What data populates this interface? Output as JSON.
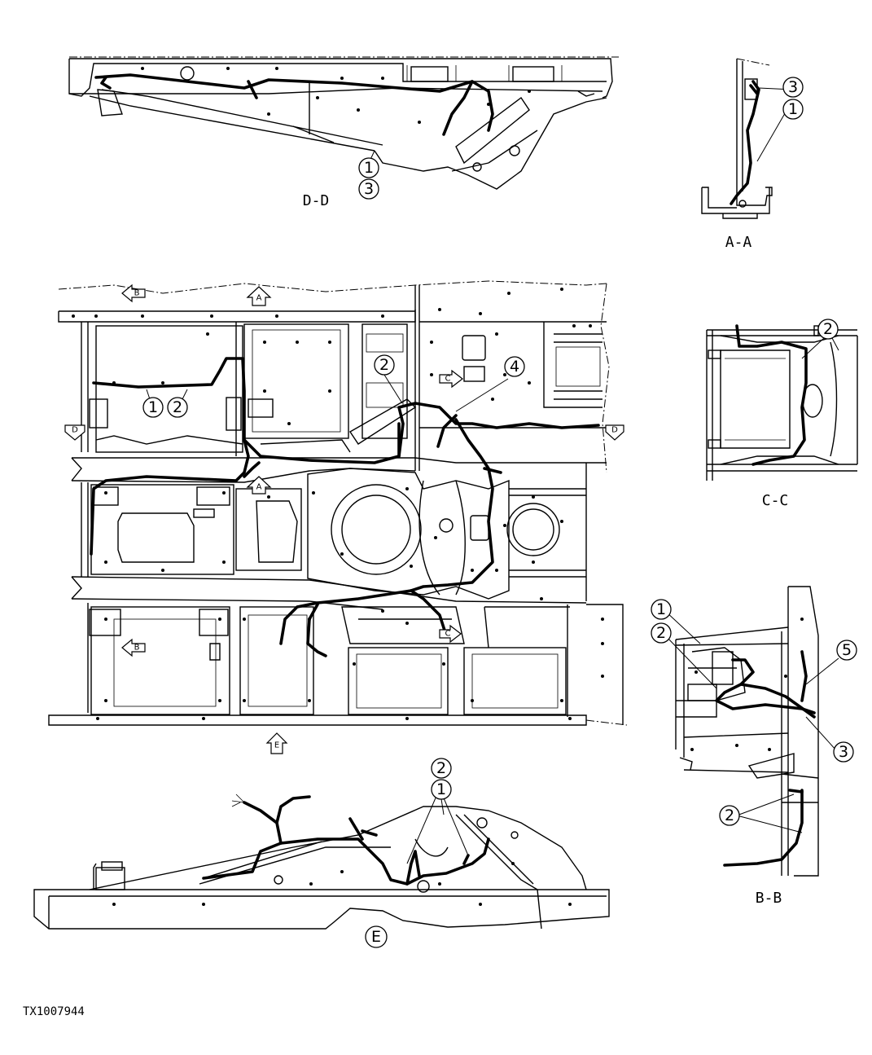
{
  "drawing_id": "TX1007944",
  "views": [
    {
      "id": "view-d-d",
      "label": "D-D"
    },
    {
      "id": "view-a-a",
      "label": "A-A"
    },
    {
      "id": "view-c-c",
      "label": "C-C"
    },
    {
      "id": "view-b-b",
      "label": "B-B"
    },
    {
      "id": "view-e",
      "label": "E"
    }
  ],
  "callouts": [
    "1",
    "2",
    "3",
    "4",
    "5"
  ],
  "section_markers": [
    "A",
    "B",
    "C",
    "D",
    "E"
  ]
}
